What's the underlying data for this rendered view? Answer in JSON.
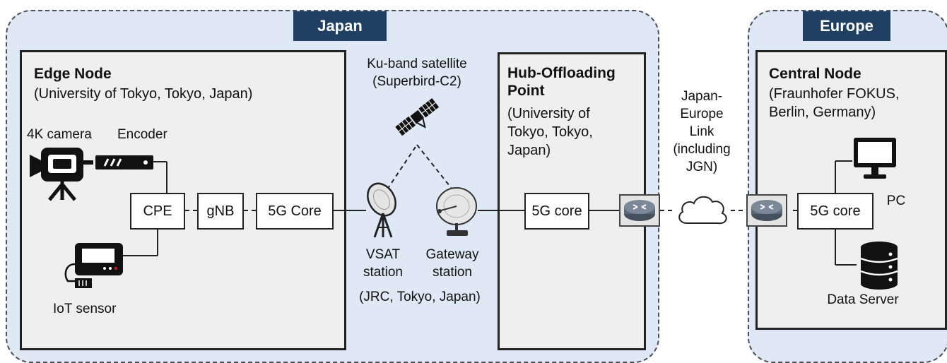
{
  "regions": {
    "japan": "Japan",
    "europe": "Europe"
  },
  "edge_node": {
    "title": "Edge Node",
    "subtitle": "(University of Tokyo, Tokyo, Japan)",
    "camera_label": "4K camera",
    "encoder_label": "Encoder",
    "iot_label": "IoT sensor",
    "cpe": "CPE",
    "gnb": "gNB",
    "core": "5G Core"
  },
  "satellite": {
    "label": "Ku-band satellite\n(Superbird-C2)",
    "vsat_label": "VSAT\nstation",
    "gateway_label": "Gateway\nstation",
    "location": "(JRC, Tokyo, Japan)"
  },
  "hub": {
    "title": "Hub-Offloading\nPoint",
    "subtitle": "(University of\nTokyo, Tokyo,\nJapan)",
    "core": "5G core"
  },
  "link": {
    "label": "Japan-\nEurope\nLink\n(including\nJGN)"
  },
  "central_node": {
    "title": "Central Node",
    "subtitle": "(Fraunhofer FOKUS,\nBerlin, Germany)",
    "core": "5G core",
    "pc_label": "PC",
    "server_label": "Data Server"
  },
  "colors": {
    "region_fill": "#dfe9f5",
    "region_label": "#1f3f63",
    "node_fill": "#efefef"
  }
}
